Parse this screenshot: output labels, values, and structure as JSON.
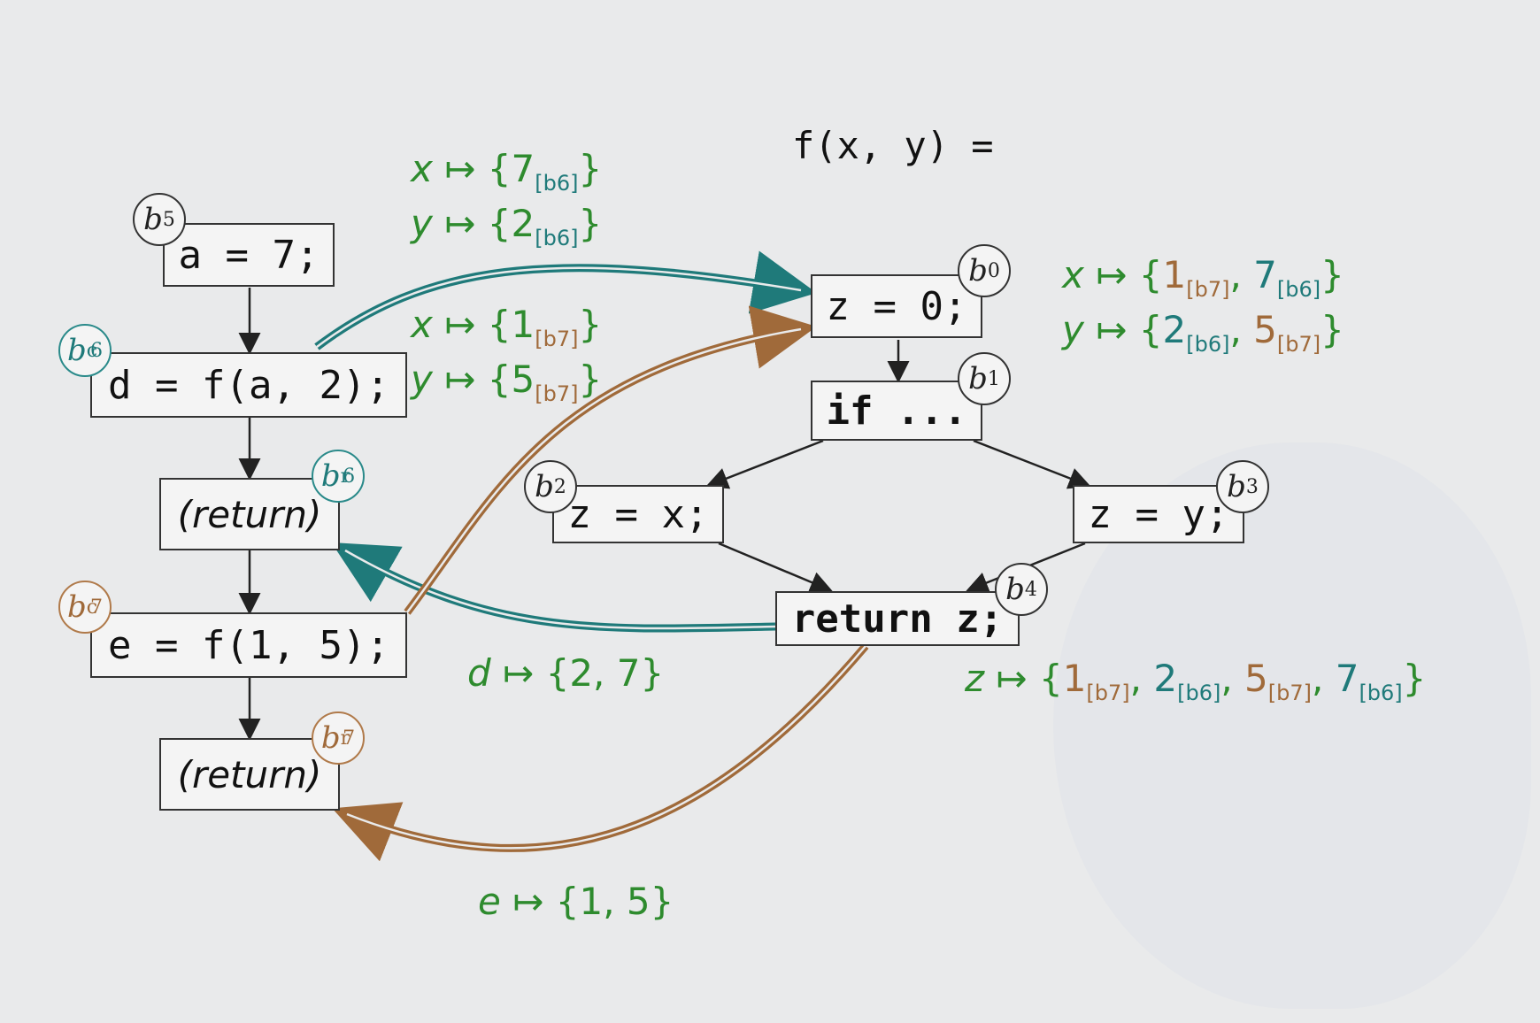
{
  "title": "f(x, y) =",
  "nodes": {
    "b5": {
      "code": "a = 7;",
      "badge": "b5"
    },
    "b6c": {
      "code": "d = f(a, 2);",
      "badge": "b6c"
    },
    "b6r": {
      "code": "(return)",
      "badge": "b6r"
    },
    "b7c": {
      "code": "e = f(1, 5);",
      "badge": "b7c"
    },
    "b7r": {
      "code": "(return)",
      "badge": "b7r"
    },
    "b0": {
      "code": "z = 0;",
      "badge": "b0"
    },
    "b1": {
      "code": "if ...",
      "badge": "b1"
    },
    "b2": {
      "code": "z = x;",
      "badge": "b2"
    },
    "b3": {
      "code": "z = y;",
      "badge": "b3"
    },
    "b4": {
      "code": "return z;",
      "badge": "b4"
    }
  },
  "annotations": {
    "call1_x": {
      "var": "x",
      "arrow": "↦",
      "val": "7",
      "ctx": "[b6]"
    },
    "call1_y": {
      "var": "y",
      "arrow": "↦",
      "val": "2",
      "ctx": "[b6]"
    },
    "call2_x": {
      "var": "x",
      "arrow": "↦",
      "val": "1",
      "ctx": "[b7]"
    },
    "call2_y": {
      "var": "y",
      "arrow": "↦",
      "val": "5",
      "ctx": "[b7]"
    },
    "entry_x": {
      "var": "x",
      "arrow": "↦",
      "v1": "1",
      "c1": "[b7]",
      "v2": "7",
      "c2": "[b6]"
    },
    "entry_y": {
      "var": "y",
      "arrow": "↦",
      "v1": "2",
      "c1": "[b6]",
      "v2": "5",
      "c2": "[b7]"
    },
    "ret_z": {
      "var": "z",
      "arrow": "↦",
      "v1": "1",
      "c1": "[b7]",
      "v2": "2",
      "c2": "[b6]",
      "v3": "5",
      "c3": "[b7]",
      "v4": "7",
      "c4": "[b6]"
    },
    "ret_d": {
      "var": "d",
      "arrow": "↦",
      "set": "{2, 7}"
    },
    "ret_e": {
      "var": "e",
      "arrow": "↦",
      "set": "{1, 5}"
    }
  },
  "colors": {
    "teal": "#1f7a7a",
    "brown": "#a06a3a",
    "green": "#2e8b2e"
  }
}
